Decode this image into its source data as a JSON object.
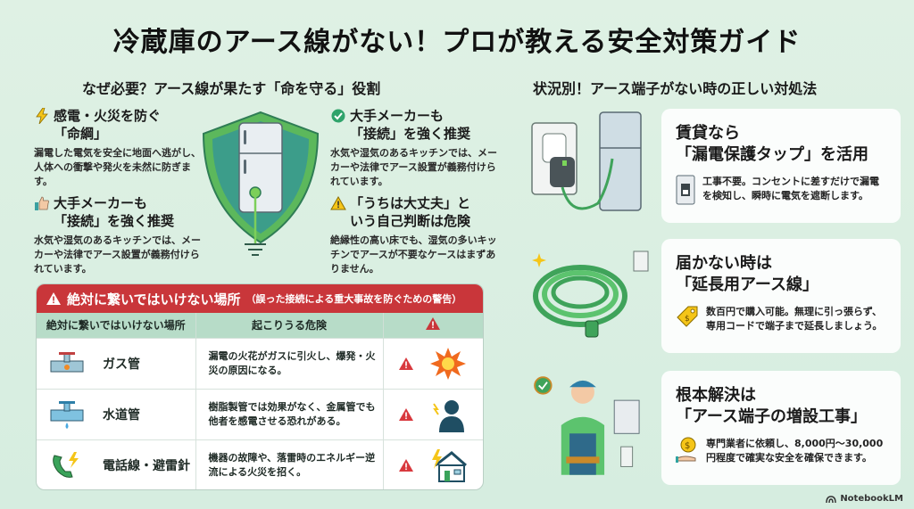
{
  "title": "冷蔵庫のアース線がない！プロが教える安全対策ガイド",
  "left_section": {
    "heading": "なぜ必要？アース線が果たす「命を守る」役割",
    "items": [
      {
        "icon": "lightning-icon",
        "title_line1": "感電・火災を防ぐ",
        "title_line2": "「命綱」",
        "body": "漏電した電気を安全に地面へ逃がし、人体への衝撃や発火を未然に防ぎます。"
      },
      {
        "icon": "thumbs-up-icon",
        "title_line1": "大手メーカーも",
        "title_line2": "「接続」を強く推奨",
        "body": "水気や湿気のあるキッチンでは、メーカーや法律でアース設置が義務付けられています。"
      },
      {
        "icon": "check-icon",
        "title_line1": "大手メーカーも",
        "title_line2": "「接続」を強く推奨",
        "body": "水気や湿気のあるキッチンでは、メーカーや法律でアース設置が義務付けられています。"
      },
      {
        "icon": "warning-icon",
        "title_line1": "「うちは大丈夫」と",
        "title_line2": "いう自己判断は危険",
        "body": "絶縁性の高い床でも、湿気の多いキッチンでアースが不要なケースはまずありません。"
      }
    ]
  },
  "warning_table": {
    "banner_main": "絶対に繋いではいけない場所",
    "banner_sub": "（誤った接続による重大事故を防ぐための警告）",
    "headers": [
      "絶対に繋いではいけない場所",
      "起こりうる危険",
      "⚠"
    ],
    "rows": [
      {
        "icon": "gas-pipe-icon",
        "place": "ガス管",
        "risk": "漏電の火花がガスに引火し、爆発・火災の原因になる。",
        "risk_icon": "explosion-icon"
      },
      {
        "icon": "water-pipe-icon",
        "place": "水道管",
        "risk": "樹脂製管では効果がなく、金属管でも他者を感電させる恐れがある。",
        "risk_icon": "shocked-person-icon"
      },
      {
        "icon": "phone-lightning-icon",
        "place": "電話線・避雷針",
        "risk": "機器の故障や、落雷時のエネルギー逆流による火災を招く。",
        "risk_icon": "house-lightning-icon"
      }
    ]
  },
  "right_section": {
    "heading": "状況別！アース端子がない時の正しい対処法",
    "cards": [
      {
        "title_line1": "賃貸なら",
        "title_line2": "「漏電保護タップ」を活用",
        "icon": "switch-icon",
        "body": "工事不要。コンセントに差すだけで漏電を検知し、瞬時に電気を遮断します。"
      },
      {
        "title_line1": "届かない時は",
        "title_line2": "「延長用アース線」",
        "icon": "price-tag-icon",
        "body": "数百円で購入可能。無理に引っ張らず、専用コードで端子まで延長しましょう。"
      },
      {
        "title_line1": "根本解決は",
        "title_line2": "「アース端子の増設工事」",
        "icon": "coin-hand-icon",
        "body": "専門業者に依頼し、8,000円〜30,000円程度で確実な安全を確保できます。"
      }
    ]
  },
  "brand": "NotebookLM",
  "colors": {
    "background": "#dff1e4",
    "warning_red": "#c9363a",
    "table_header": "#b7dcc8",
    "accent_green": "#3fa35a"
  }
}
